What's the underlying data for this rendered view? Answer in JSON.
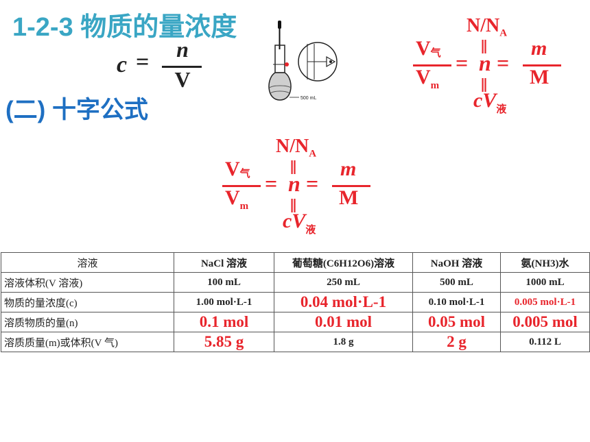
{
  "header": {
    "title": "1-2-3 物质的量浓度",
    "subtitle": "(二) 十字公式"
  },
  "formula": {
    "c": "c",
    "eq": "=",
    "numerator": "n",
    "denominator": "V"
  },
  "flask": {
    "label": "500 mL"
  },
  "cross_formula": {
    "top": "N/N",
    "top_sub": "A",
    "left_top": "V",
    "left_top_sub": "气",
    "left_bottom": "V",
    "left_bottom_sub": "m",
    "center": "n",
    "right_top": "m",
    "right_bottom": "M",
    "bottom": "cV",
    "bottom_sub": "液",
    "eq": "="
  },
  "table": {
    "headers": [
      "溶液",
      "NaCl 溶液",
      "葡萄糖(C6H12O6)溶液",
      "NaOH 溶液",
      "氨(NH3)水"
    ],
    "rows": [
      {
        "label": "溶液体积(V 溶液)",
        "cells": [
          "100 mL",
          "250 mL",
          "500 mL",
          "1000 mL"
        ]
      },
      {
        "label": "物质的量浓度(c)",
        "cells": [
          "1.00 mol·L-1",
          "0.04 mol·L-1",
          "0.10 mol·L-1",
          "0.005 mol·L-1"
        ]
      },
      {
        "label": "溶质物质的量(n)",
        "cells": [
          "0.1 mol",
          "0.01 mol",
          "0.05 mol",
          "0.005 mol"
        ]
      },
      {
        "label": "溶质质量(m)或体积(V 气)",
        "cells": [
          "5.85 g",
          "1.8 g",
          "2 g",
          "0.112 L"
        ]
      }
    ]
  },
  "colors": {
    "accent_red": "#e8252c",
    "title_teal": "#3aa6c4",
    "subtitle_blue": "#1e6fc2"
  }
}
